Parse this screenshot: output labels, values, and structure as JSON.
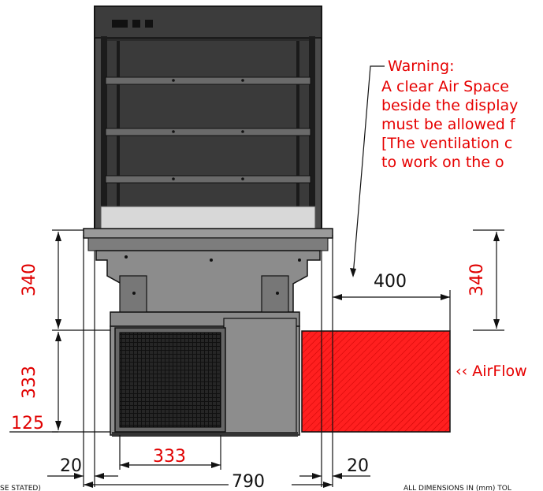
{
  "warning": {
    "title": "Warning:",
    "line1": "A clear Air Space",
    "line2": "beside the display",
    "line3": "must be allowed f",
    "line4": "[The ventilation c",
    "line5": " to work on the o"
  },
  "airflow_label": "‹‹ AirFlow",
  "dimensions": {
    "left_upper_height": "340",
    "right_upper_height": "340",
    "left_lower_height": "333",
    "base_height": "125",
    "grille_width": "333",
    "air_space_width": "400",
    "left_gap": "20",
    "right_gap": "20",
    "overall_width": "790"
  },
  "footer": {
    "left_fragment": "SE STATED)",
    "right_fragment": "ALL DIMENSIONS IN (mm)  TOL"
  },
  "colors": {
    "dimension_red": "#e00000",
    "airflow_fill": "#ff1a1a",
    "body_gray": "#8a8a8a",
    "grille_black": "#111111"
  }
}
